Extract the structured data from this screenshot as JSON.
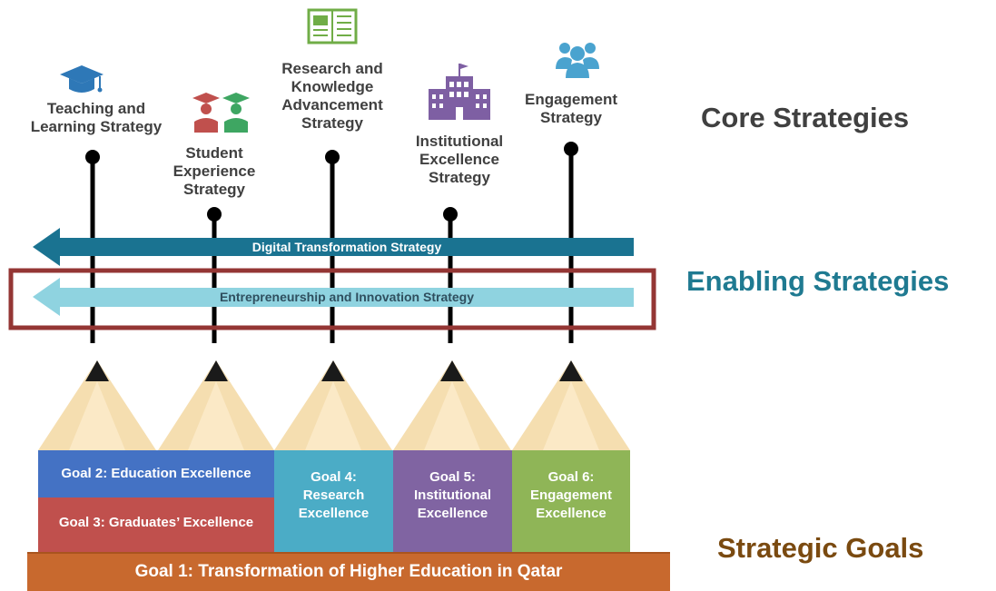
{
  "core_strategies": [
    {
      "label": "Teaching and\nLearning Strategy",
      "icon": "graduation-cap-icon",
      "icon_color": "#2e78b7"
    },
    {
      "label": "Student\nExperience\nStrategy",
      "icon": "students-icon",
      "icon_color": "#c0504d"
    },
    {
      "label": "Research and\nKnowledge\nAdvancement\nStrategy",
      "icon": "book-icon",
      "icon_color": "#70ad47"
    },
    {
      "label": "Institutional\nExcellence\nStrategy",
      "icon": "building-icon",
      "icon_color": "#7e5fa3"
    },
    {
      "label": "Engagement\nStrategy",
      "icon": "people-icon",
      "icon_color": "#4aa3cf"
    }
  ],
  "sections": {
    "core": "Core Strategies",
    "enabling": "Enabling Strategies",
    "goals": "Strategic Goals"
  },
  "enabling_strategies": {
    "digital": "Digital Transformation Strategy",
    "entrepreneurship": "Entrepreneurship and Innovation Strategy"
  },
  "goals": {
    "goal1": "Goal 1: Transformation of Higher Education in Qatar",
    "goal2": "Goal 2: Education Excellence",
    "goal3": "Goal 3: Graduates’ Excellence",
    "goal4": "Goal 4:\nResearch\nExcellence",
    "goal5": "Goal 5:\nInstitutional\nExcellence",
    "goal6": "Goal 6:\nEngagement\nExcellence"
  },
  "colors": {
    "core_title": "#404040",
    "enabling_title": "#1f7a91",
    "goals_title": "#7a4a10",
    "digital_arrow": "#1a7391",
    "entrepreneurship_arrow": "#8fd3e0",
    "highlight_box": "#943634",
    "goal1": "#c8692e",
    "goal2": "#4472c4",
    "goal3": "#c0504d",
    "goal4": "#4bacc6",
    "goal5": "#8064a2",
    "goal6": "#8fb557"
  }
}
